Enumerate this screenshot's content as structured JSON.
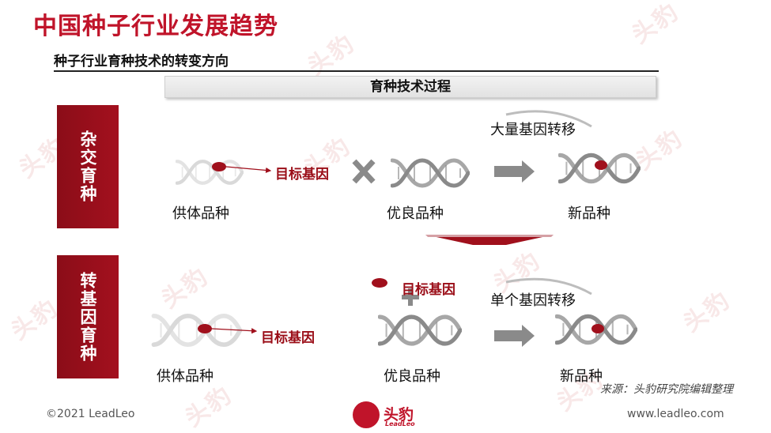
{
  "title": "中国种子行业发展趋势",
  "subtitle": "种子行业育种技术的转变方向",
  "process_header": "育种技术过程",
  "hybrid": {
    "label": "杂交育种",
    "donor_label": "供体品种",
    "target_gene_label": "目标基因",
    "elite_label": "优良品种",
    "transfer_label": "大量基因转移",
    "new_label": "新品种"
  },
  "transgenic": {
    "label": "转基因育种",
    "donor_label": "供体品种",
    "target_gene_label": "目标基因",
    "added_gene_label": "目标基因",
    "elite_label": "优良品种",
    "transfer_label": "单个基因转移",
    "new_label": "新品种"
  },
  "watermark": "头豹",
  "source": "来源：头豹研究院编辑整理",
  "footer": {
    "copyright": "©2021 LeadLeo",
    "logo_text": "头豹",
    "logo_sub": "LeadLeo",
    "url": "www.leadleo.com"
  },
  "colors": {
    "brand_red": "#c0142a",
    "dark_red": "#8b0d18",
    "gene_red": "#a0101c",
    "gray": "#8a8a8a"
  }
}
